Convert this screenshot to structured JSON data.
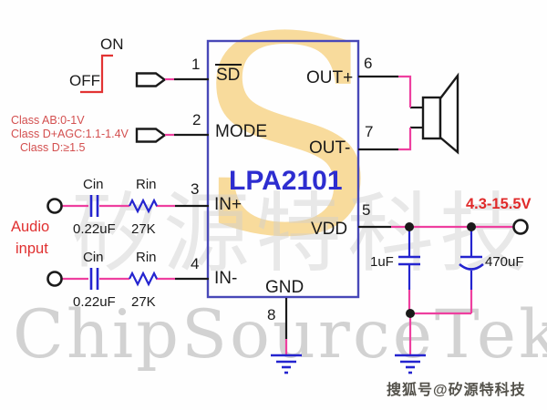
{
  "ic": {
    "part_number": "LPA2101",
    "pins": [
      {
        "num": "1",
        "label": "SD"
      },
      {
        "num": "2",
        "label": "MODE"
      },
      {
        "num": "3",
        "label": "IN+"
      },
      {
        "num": "4",
        "label": "IN-"
      },
      {
        "num": "5",
        "label": "VDD"
      },
      {
        "num": "6",
        "label": "OUT+"
      },
      {
        "num": "7",
        "label": "OUT-"
      },
      {
        "num": "8",
        "label": "GND"
      }
    ]
  },
  "switch": {
    "on_label": "ON",
    "off_label": "OFF"
  },
  "mode_notes": {
    "line1": "Class AB:0-1V",
    "line2": "Class D+AGC:1.1-1.4V",
    "line3": "Class D:≥1.5"
  },
  "audio_input": {
    "line1": "Audio",
    "line2": "input"
  },
  "components": {
    "cin1": {
      "name": "Cin",
      "value": "0.22uF"
    },
    "rin1": {
      "name": "Rin",
      "value": "27K"
    },
    "cin2": {
      "name": "Cin",
      "value": "0.22uF"
    },
    "rin2": {
      "name": "Rin",
      "value": "27K"
    },
    "c_bypass": {
      "value": "1uF"
    },
    "c_bulk": {
      "value": "470uF"
    }
  },
  "supply": {
    "range": "4.3-15.5V"
  },
  "watermark": {
    "logo_letter": "S",
    "company_cn": "矽源特科技",
    "company_en": "ChipSourceTek",
    "sohu_badge": "搜狐号@矽源特科技"
  },
  "colors": {
    "wire_pink": "#ee3f9f",
    "component_blue": "#2424cf",
    "ic_border": "#4848b8",
    "ic_text_blue": "#2d2dd0",
    "red_text": "#e02a2a",
    "black": "#1a1a1a",
    "watermark_gray": "#c8c8c8",
    "logo_yellow": "#f7d58c"
  }
}
